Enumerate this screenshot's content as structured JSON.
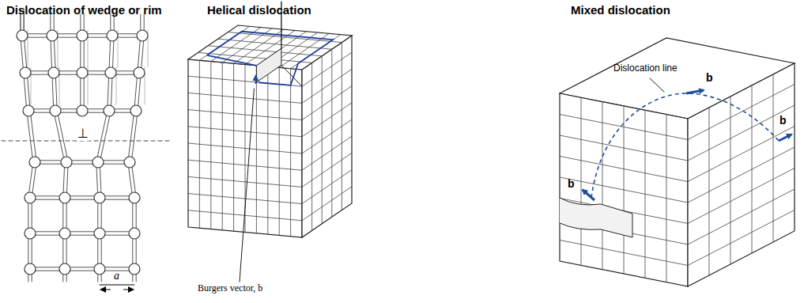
{
  "diagram": {
    "labels": [
      "Dislocation of wedge or rim",
      "Helical dislocation",
      "Mixed dislocation",
      "⊥",
      "a",
      "Burgers vector, b",
      "Dislocation line",
      "b",
      "b",
      "b"
    ]
  }
}
